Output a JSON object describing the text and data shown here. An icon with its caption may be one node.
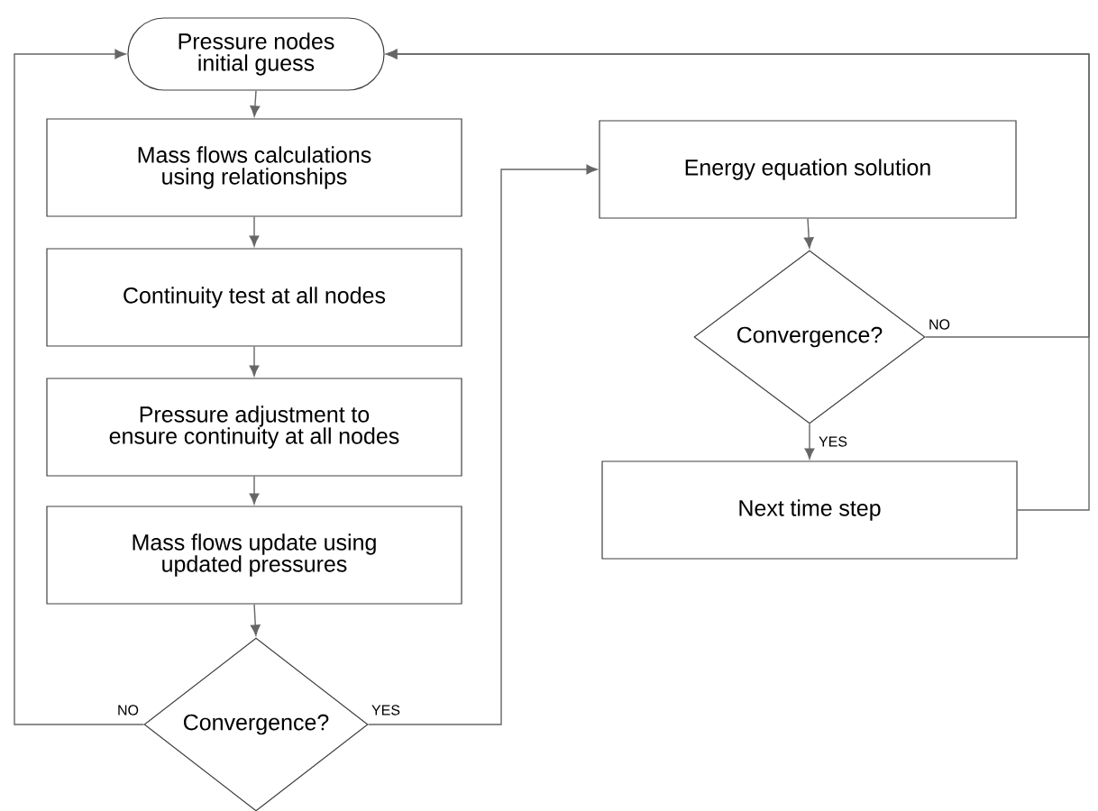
{
  "diagram": {
    "nodes": [
      {
        "text": [
          "Pressure nodes initial guess"
        ]
      },
      {
        "text": [
          "Mass flows calculations using relationships"
        ]
      },
      {
        "text": [
          "Continuity test at all nodes"
        ]
      },
      {
        "text": [
          "Pressure adjustment to ensure continuity at all nodes"
        ]
      },
      {
        "text": [
          "Mass flows update using updated pressures"
        ]
      },
      {
        "text": [
          "Convergence?"
        ]
      },
      {
        "text": [
          "Energy equation solution"
        ]
      },
      {
        "text": [
          "Convergence?"
        ]
      },
      {
        "text": [
          "Next time step"
        ]
      }
    ],
    "edges": [
      {
        "from": 0,
        "to": 1,
        "arrow": "to"
      },
      {
        "from": 1,
        "to": 2,
        "arrow": "to"
      },
      {
        "from": 2,
        "to": 3,
        "arrow": "to"
      },
      {
        "from": 3,
        "to": 4,
        "arrow": "to"
      },
      {
        "from": 4,
        "to": 5,
        "arrow": "to"
      },
      {
        "from": 5,
        "to": 0,
        "arrow": "to",
        "label": "NO"
      },
      {
        "from": 5,
        "to": 6,
        "arrow": "to",
        "label": "YES"
      },
      {
        "from": 6,
        "to": 7,
        "arrow": "to"
      },
      {
        "from": 7,
        "to": 8,
        "arrow": "to",
        "label": "YES"
      },
      {
        "from": 7,
        "to": 0,
        "arrow": "to",
        "label": "NO"
      },
      {
        "from": 8,
        "to": 0,
        "arrow": "to"
      }
    ]
  }
}
